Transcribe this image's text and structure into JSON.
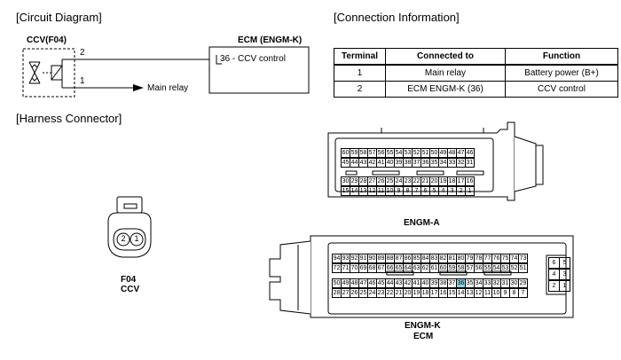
{
  "sections": {
    "circuit": "[Circuit Diagram]",
    "connection": "[Connection Information]",
    "harness": "[Harness Connector]"
  },
  "circuit": {
    "ccv_label": "CCV(F04)",
    "ecm_label": "ECM (ENGM-K)",
    "pin2": "2",
    "pin1": "1",
    "ecm_pin": "36 - CCV control",
    "main_relay": "Main relay"
  },
  "table": {
    "headers": [
      "Terminal",
      "Connected to",
      "Function"
    ],
    "rows": [
      [
        "1",
        "Main relay",
        "Battery power (B+)"
      ],
      [
        "2",
        "ECM ENGM-K (36)",
        "CCV control"
      ]
    ]
  },
  "f04": {
    "pins": [
      "2",
      "1"
    ],
    "name": "F04",
    "sub": "CCV"
  },
  "engm_a": {
    "name": "ENGM-A",
    "row1": [
      "60",
      "59",
      "58",
      "57",
      "56",
      "55",
      "54",
      "53",
      "52",
      "51",
      "50",
      "49",
      "48",
      "47",
      "46"
    ],
    "row2": [
      "45",
      "44",
      "43",
      "42",
      "41",
      "40",
      "39",
      "38",
      "37",
      "36",
      "35",
      "34",
      "33",
      "32",
      "31"
    ],
    "row3": [
      "30",
      "29",
      "28",
      "27",
      "26",
      "25",
      "24",
      "23",
      "22",
      "21",
      "20",
      "19",
      "18",
      "17",
      "16"
    ],
    "row4": [
      "15",
      "14",
      "13",
      "12",
      "11",
      "10",
      "9",
      "8",
      "7",
      "6",
      "5",
      "4",
      "3",
      "2",
      "1"
    ]
  },
  "engm_k": {
    "name": "ENGM-K",
    "sub": "ECM",
    "row1": [
      "94",
      "93",
      "92",
      "91",
      "90",
      "89",
      "88",
      "87",
      "86",
      "85",
      "84",
      "83",
      "82",
      "81",
      "80",
      "79",
      "78",
      "77",
      "76",
      "75",
      "74",
      "73"
    ],
    "row2": [
      "72",
      "71",
      "70",
      "69",
      "68",
      "67",
      "66",
      "65",
      "64",
      "63",
      "62",
      "61",
      "60",
      "59",
      "58",
      "57",
      "56",
      "55",
      "54",
      "53",
      "52",
      "51"
    ],
    "row3": [
      "50",
      "49",
      "48",
      "47",
      "46",
      "45",
      "44",
      "43",
      "42",
      "41",
      "40",
      "39",
      "38",
      "37",
      "36",
      "35",
      "34",
      "33",
      "32",
      "31",
      "30",
      "29"
    ],
    "row4": [
      "28",
      "27",
      "26",
      "25",
      "24",
      "23",
      "22",
      "21",
      "20",
      "19",
      "18",
      "17",
      "16",
      "15",
      "14",
      "13",
      "12",
      "11",
      "10",
      "9",
      "8",
      "7"
    ],
    "side": [
      [
        "6",
        "5"
      ],
      [
        "4",
        "3"
      ],
      [
        "2",
        "1"
      ]
    ],
    "highlight": "36"
  },
  "colors": {
    "highlight": "#8fd3e0"
  }
}
